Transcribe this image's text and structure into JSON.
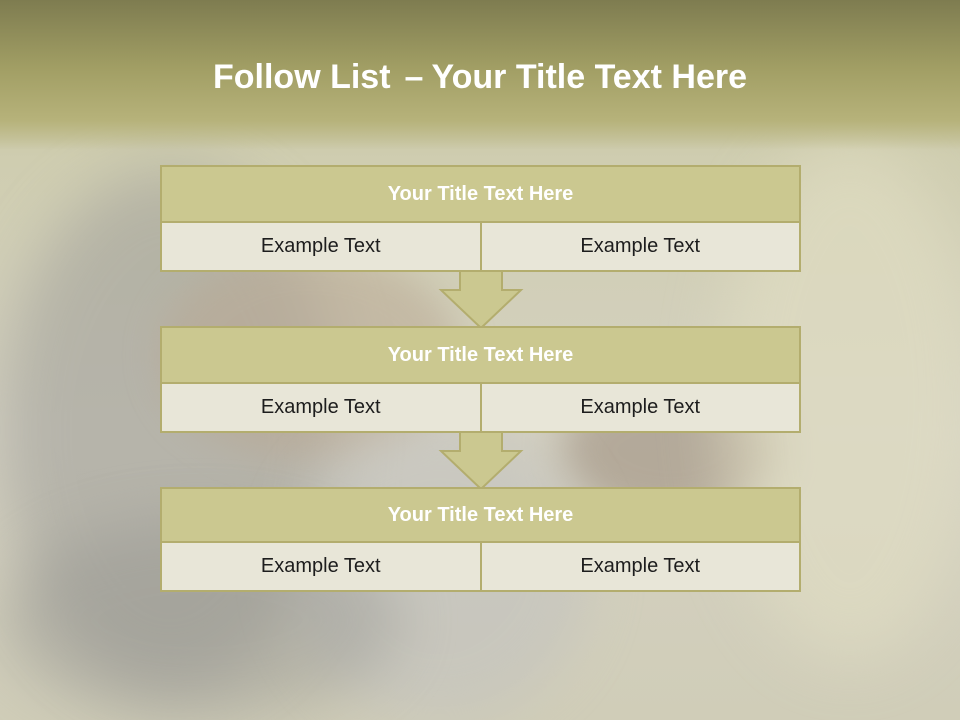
{
  "title": {
    "bold": "Follow List",
    "separator": "–",
    "rest": "Your Title Text Here"
  },
  "blocks": [
    {
      "heading": "Your Title Text Here",
      "left": "Example Text",
      "right": "Example Text"
    },
    {
      "heading": "Your Title Text Here",
      "left": "Example Text",
      "right": "Example Text"
    },
    {
      "heading": "Your Title Text Here",
      "left": "Example Text",
      "right": "Example Text"
    }
  ],
  "colors": {
    "header_fill": "#cbc890",
    "cell_fill": "#e8e6d8",
    "border": "#b3ad6e",
    "arrow_fill": "#cbc890",
    "title_text": "#ffffff"
  }
}
